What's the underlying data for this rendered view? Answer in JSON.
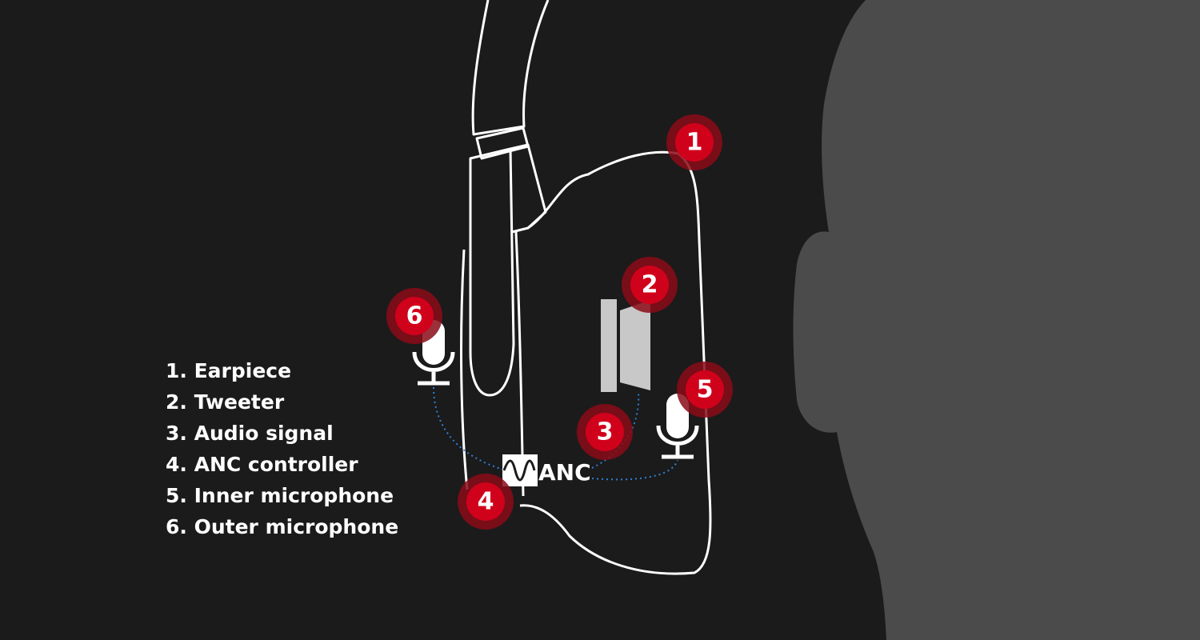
{
  "colors": {
    "background": "#1b1b1b",
    "head": "#4b4b4b",
    "outline": "#ffffff",
    "badge": "#d0021b",
    "badge_halo": "#8a0a18",
    "signal_line": "#2f7fd6",
    "speaker": "#c8c8c8"
  },
  "legend": {
    "items": [
      "1. Earpiece",
      "2. Tweeter",
      "3. Audio signal",
      "4. ANC controller",
      "5. Inner microphone",
      "6. Outer microphone"
    ]
  },
  "badges": [
    "1",
    "2",
    "3",
    "4",
    "5",
    "6"
  ],
  "controller": {
    "label": "ANC"
  },
  "icons": {
    "outer_mic": "microphone-icon",
    "inner_mic": "microphone-icon",
    "tweeter": "speaker-icon",
    "controller": "waveform-icon"
  }
}
